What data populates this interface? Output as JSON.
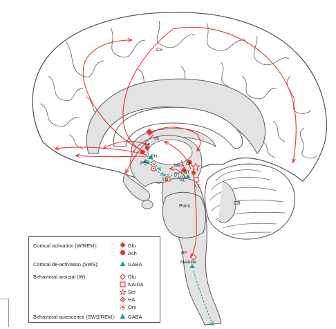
{
  "regions": {
    "cortex": "Cx",
    "thalamus": "Th",
    "basal_forebrain": "BF",
    "posterior_hypothalamus": "PH",
    "preoptic_area": "POA",
    "tuberomammillary": "TM",
    "ventral_tegmental_area": "VTA",
    "mesencephalon": "Mes",
    "dorsal_raphe": "DR",
    "laterodorsal_tegmentum": "LDT",
    "reticular_formation_upper": "RF",
    "locus_coeruleus": "LC",
    "pons": "Pons",
    "cerebellum": "CB",
    "reticular_formation_lower": "RF",
    "medulla": "Medulla"
  },
  "legend": {
    "cortical_activation": {
      "title": "Cortical activation (W/REM):",
      "items": [
        "Glu",
        "Ach"
      ]
    },
    "cortical_deactivation": {
      "title": "Cortical de-activation (SWS):",
      "items": [
        "GABA"
      ]
    },
    "behavioral_arousal": {
      "title": "Behavioral arousal (W):",
      "items": [
        "Glu",
        "NA/DA",
        "Ser",
        "HA",
        "Orx"
      ]
    },
    "behavioral_quiescence": {
      "title": "Behavioral quiescence (SWS/REM):",
      "items": [
        "GABA"
      ]
    }
  },
  "colors": {
    "activation": "#e8312f",
    "deactivation": "#1aa39a",
    "outline": "#5a5a5a",
    "fill": "#e3e3e3"
  },
  "icons": {
    "glu_activation": "filled-diamond",
    "ach": "filled-circle",
    "gaba": "filled-triangle",
    "glu_arousal": "open-diamond",
    "na_da": "open-square",
    "ser": "open-star",
    "ha": "open-diamond-dot",
    "orx": "burst-circle"
  }
}
